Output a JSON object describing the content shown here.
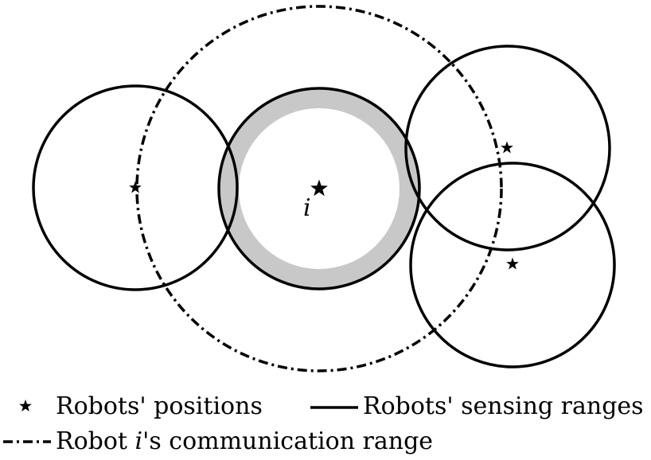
{
  "diagram": {
    "robot_label": "i",
    "colors": {
      "stroke": "#000000",
      "ring_fill": "#c8c8c8",
      "background": "#ffffff"
    }
  },
  "legend": {
    "positions_label": "Robots' positions",
    "sensing_label": "Robots' sensing ranges",
    "comm_prefix": "Robot ",
    "comm_italic": "i",
    "comm_suffix": "'s communication range"
  }
}
